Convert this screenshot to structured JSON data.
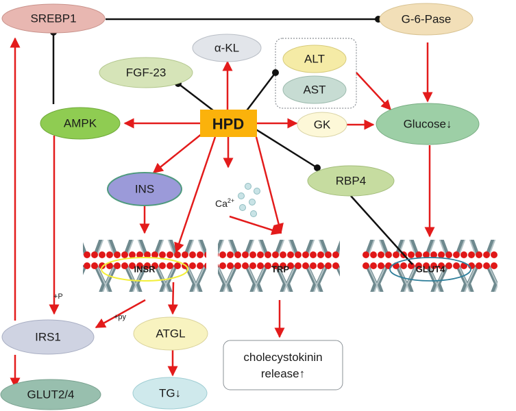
{
  "diagram": {
    "center": "HPD",
    "nodes": {
      "srebp1": "SREBP1",
      "g6pase": "G-6-Pase",
      "akl": "α-KL",
      "fgf23": "FGF-23",
      "alt": "ALT",
      "ast": "AST",
      "ampk": "AMPK",
      "gk": "GK",
      "glucose": "Glucose↓",
      "ins": "INS",
      "rbp4": "RBP4",
      "irs1": "IRS1",
      "atgl": "ATGL",
      "tg": "TG↓",
      "glut24": "GLUT2/4"
    },
    "membranes": {
      "insr": "INSR",
      "trp": "TRP",
      "glut4": "GLUT4"
    },
    "ca_label": "Ca",
    "ca_superscript": "2+",
    "plus_p": "+P",
    "plus_py": "+py",
    "release_line1": "cholecystokinin",
    "release_line2": "release↑"
  },
  "colors": {
    "activate": "#e31b1b",
    "inhibit": "#111111",
    "hpd": "#fbb20b"
  }
}
